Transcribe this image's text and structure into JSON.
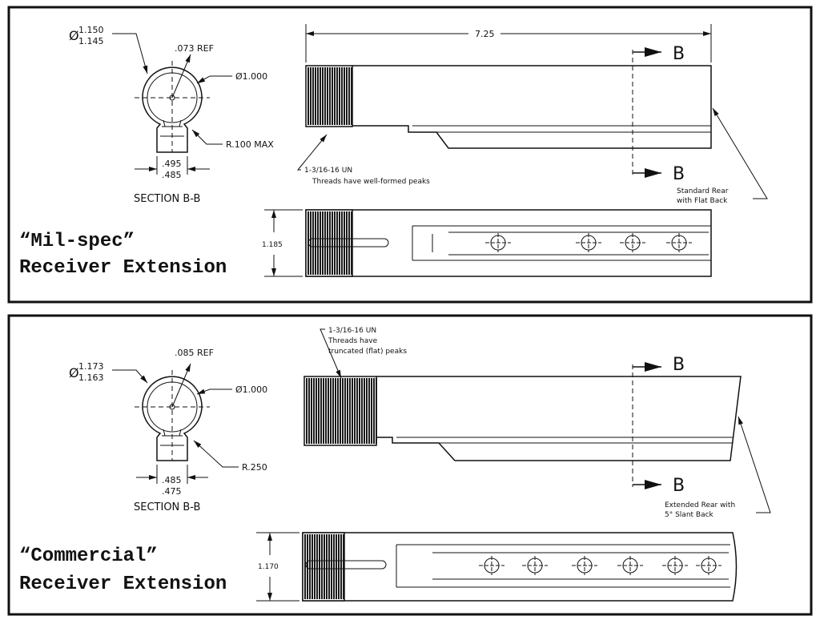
{
  "panels": [
    {
      "title_line1": "“Mil-spec”",
      "title_line2": "Receiver Extension",
      "section": {
        "dia_symbol": "Ø",
        "outer_dia_max": "1.150",
        "outer_dia_min": "1.145",
        "wall_ref": ".073 REF",
        "inner_dia": "Ø1.000",
        "radius": "R.100 MAX",
        "width_max": ".495",
        "width_min": ".485",
        "label": "SECTION B-B"
      },
      "length": "7.25",
      "section_mark": "B",
      "thread_note": [
        "1-3/16-16 UN",
        "Threads have well-formed peaks"
      ],
      "rear_note": [
        "Standard Rear",
        "with Flat Back"
      ],
      "height": "1.185"
    },
    {
      "title_line1": "“Commercial”",
      "title_line2": "Receiver Extension",
      "section": {
        "dia_symbol": "Ø",
        "outer_dia_max": "1.173",
        "outer_dia_min": "1.163",
        "wall_ref": ".085 REF",
        "inner_dia": "Ø1.000",
        "radius": "R.250",
        "width_max": ".485",
        "width_min": ".475",
        "label": "SECTION B-B"
      },
      "section_mark": "B",
      "thread_note": [
        "1-3/16-16 UN",
        "Threads have",
        "truncated (flat) peaks"
      ],
      "rear_note": [
        "Extended Rear with",
        "5° Slant Back"
      ],
      "height": "1.170"
    }
  ]
}
